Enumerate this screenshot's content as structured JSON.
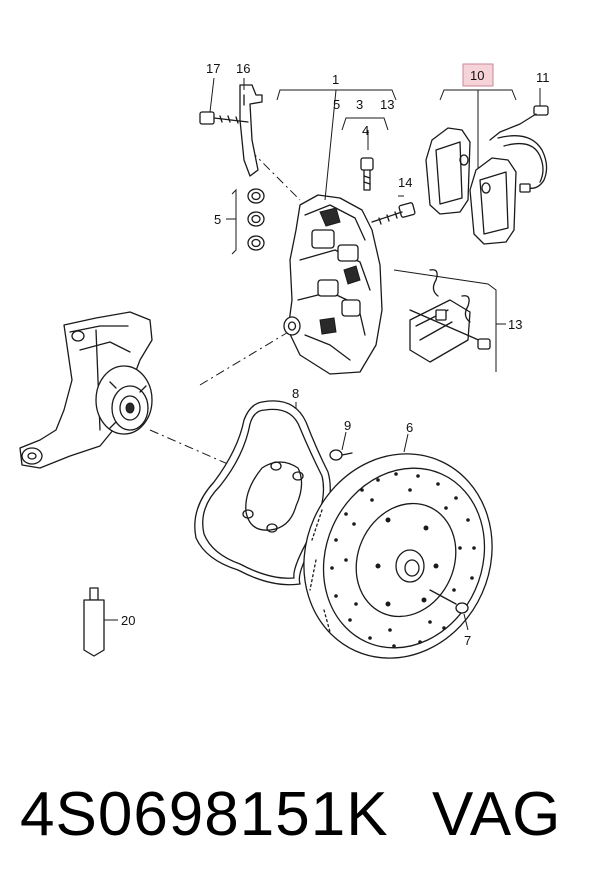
{
  "callouts": {
    "c1": "1",
    "c3": "3",
    "c4": "4",
    "c5_top": "5",
    "c5_left": "5",
    "c6": "6",
    "c7": "7",
    "c8": "8",
    "c9": "9",
    "c10": "10",
    "c11": "11",
    "c13_top": "13",
    "c13_right": "13",
    "c14": "14",
    "c16": "16",
    "c17": "17",
    "c20": "20"
  },
  "footer": {
    "part_number": "4S0698151K",
    "brand": "VAG"
  },
  "colors": {
    "highlight": "#f6d3d8",
    "line": "#1a1a1a"
  }
}
